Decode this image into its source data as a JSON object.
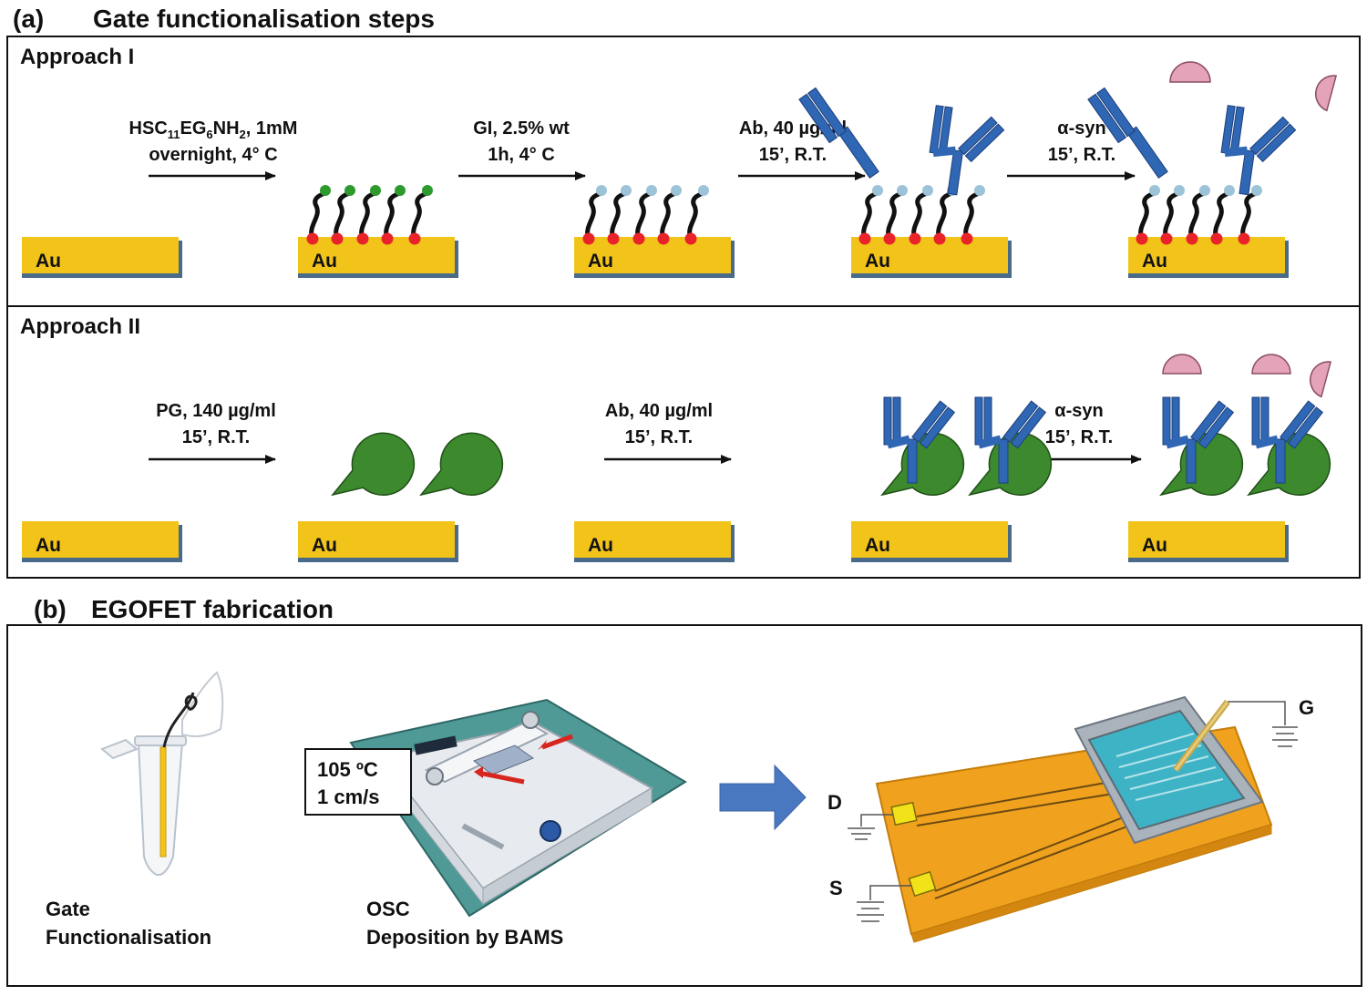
{
  "section_a": {
    "label": "(a)",
    "title": "Gate functionalisation steps",
    "approach1": {
      "title": "Approach I",
      "steps": [
        {
          "line1_parts": [
            "HSC",
            "11",
            "EG",
            "6",
            "NH",
            "2",
            ", 1mM"
          ],
          "line2": "overnight, 4° C"
        },
        {
          "line1": "GI, 2.5% wt",
          "line2": "1h, 4° C"
        },
        {
          "line1": "Ab, 40 µg/ml",
          "line2": "15’, R.T."
        },
        {
          "line1": "α-syn",
          "line2": "15’, R.T."
        }
      ]
    },
    "approach2": {
      "title": "Approach II",
      "steps": [
        {
          "line1": "PG, 140 µg/ml",
          "line2": "15’, R.T."
        },
        {
          "line1": "Ab, 40 µg/ml",
          "line2": "15’, R.T."
        },
        {
          "line1": "α-syn",
          "line2": "15’, R.T."
        }
      ]
    },
    "substrate_label": "Au"
  },
  "section_b": {
    "label": "(b)",
    "title": "EGOFET fabrication",
    "bams_box": {
      "line1": "105 ºC",
      "line2": "1 cm/s"
    },
    "caption_gate": {
      "line1": "Gate",
      "line2": "Functionalisation"
    },
    "caption_osc": {
      "line1": "OSC",
      "line2": "Deposition by BAMS"
    },
    "terminals": {
      "drain": "D",
      "source": "S",
      "gate": "G"
    }
  },
  "colors": {
    "gold": "#f2c41a",
    "gold_edge": "#4a6a8a",
    "thiol_red": "#e8242a",
    "amine_green": "#2e9a2e",
    "gi_blue": "#9cc3d8",
    "antibody_blue": "#2f67b4",
    "protein_g_green": "#3d8a2e",
    "syn_pink": "#e4a3b8",
    "arrow_blue": "#4a78c0",
    "device_orange": "#f0a21e"
  }
}
